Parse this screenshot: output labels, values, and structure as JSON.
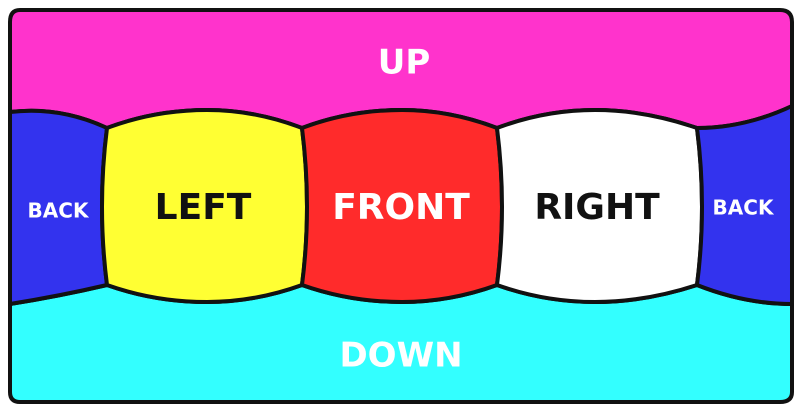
{
  "faces": {
    "up": {
      "label": "UP",
      "color": "#ff33cc",
      "text_color": "#ffffff"
    },
    "back_left": {
      "label": "BACK",
      "color": "#3333ee",
      "text_color": "#ffffff"
    },
    "left": {
      "label": "LEFT",
      "color": "#ffff33",
      "text_color": "#111111"
    },
    "front": {
      "label": "FRONT",
      "color": "#ff2b2b",
      "text_color": "#ffffff"
    },
    "right": {
      "label": "RIGHT",
      "color": "#ffffff",
      "text_color": "#111111"
    },
    "back_right": {
      "label": "BACK",
      "color": "#3333ee",
      "text_color": "#ffffff"
    },
    "down": {
      "label": "DOWN",
      "color": "#33ffff",
      "text_color": "#ffffff"
    }
  },
  "outline_color": "#111111",
  "background_color": "#ffffff"
}
